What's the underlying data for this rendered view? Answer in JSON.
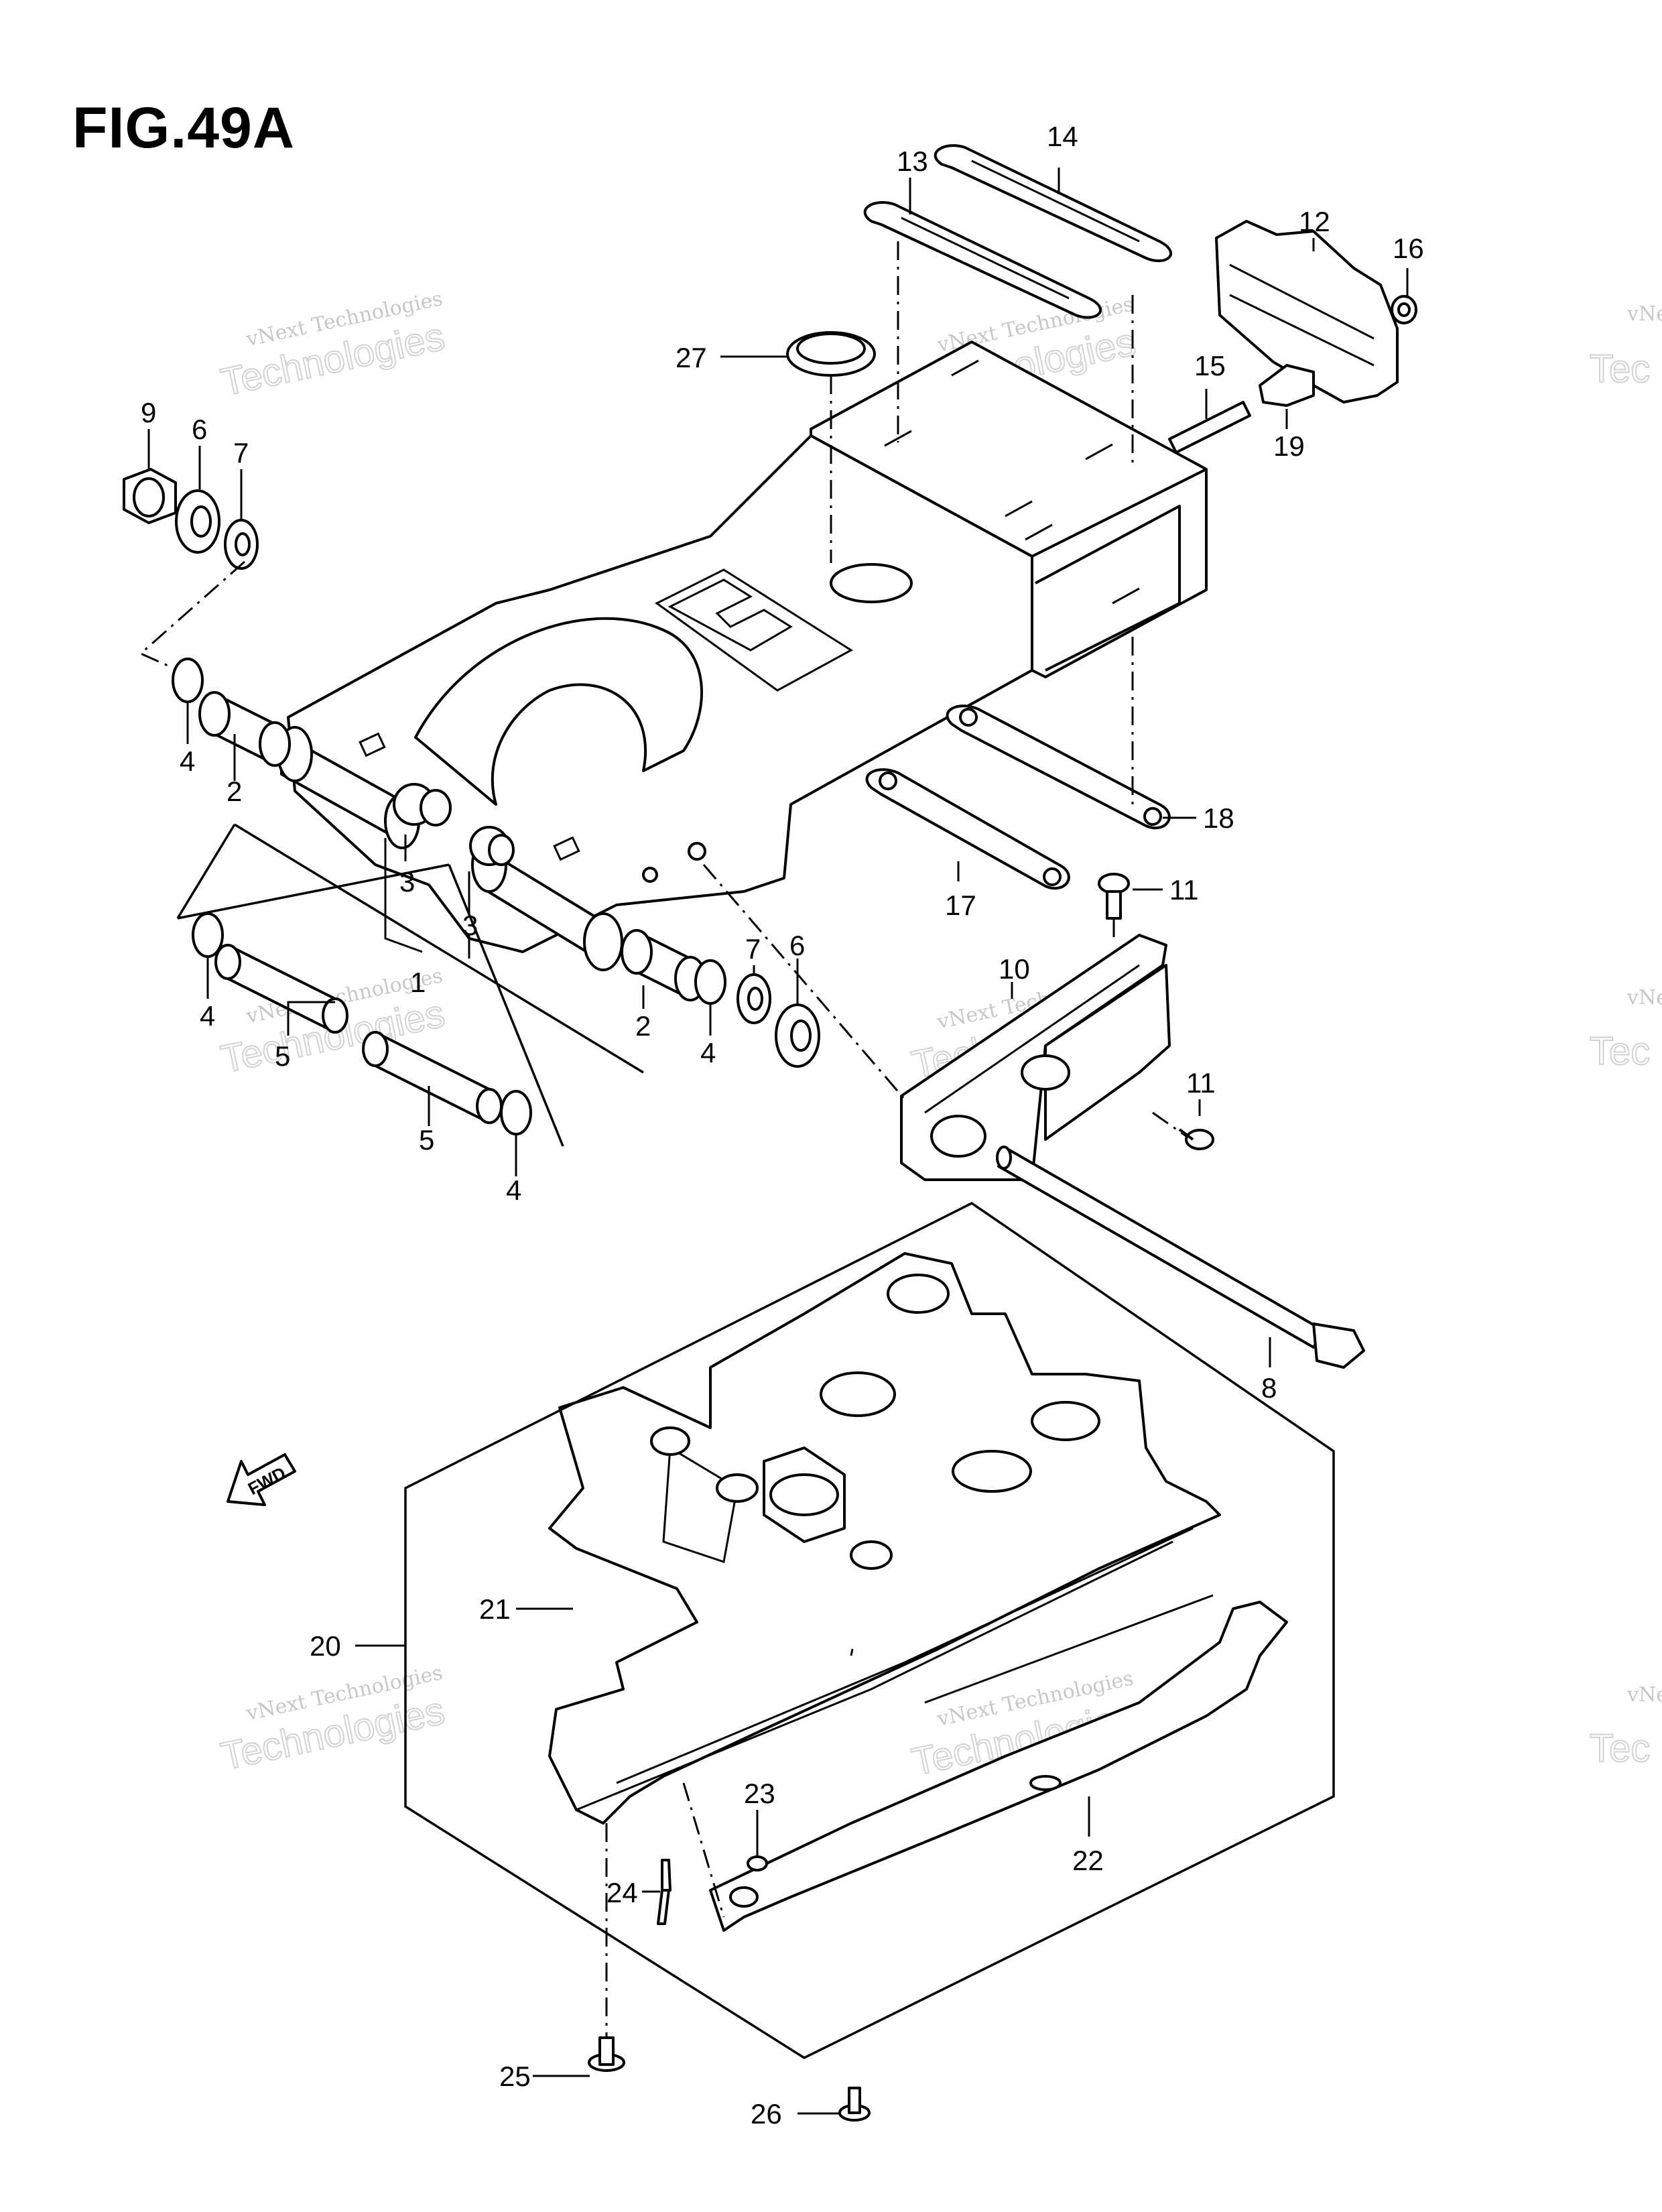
{
  "figure": {
    "title": "FIG.49A"
  },
  "direction_marker": "FWD",
  "watermark": {
    "line1": "vNext Technologies",
    "line2": "Technologies",
    "partial": "vNe",
    "partial2": "Tec"
  },
  "callouts": {
    "c1": "1",
    "c2a": "2",
    "c2b": "2",
    "c3a": "3",
    "c3b": "3",
    "c4a": "4",
    "c4b": "4",
    "c4c": "4",
    "c4d": "4",
    "c5a": "5",
    "c5b": "5",
    "c6a": "6",
    "c6b": "6",
    "c7a": "7",
    "c7b": "7",
    "c8": "8",
    "c9": "9",
    "c10": "10",
    "c11a": "11",
    "c11b": "11",
    "c12": "12",
    "c13": "13",
    "c14": "14",
    "c15": "15",
    "c16": "16",
    "c17": "17",
    "c18": "18",
    "c19": "19",
    "c20": "20",
    "c21": "21",
    "c22": "22",
    "c23": "23",
    "c24": "24",
    "c25": "25",
    "c26": "26",
    "c27": "27"
  }
}
